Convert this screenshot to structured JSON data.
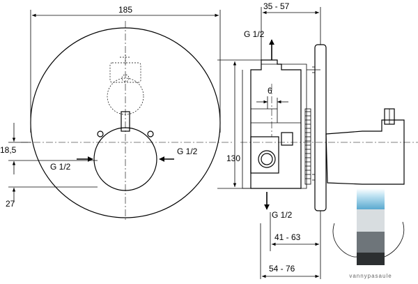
{
  "dimensions": {
    "overall_diameter": "185",
    "depth_range_top": "35 - 57",
    "offset_small": "6",
    "height_main": "130",
    "vertical_offset_top": "18,5",
    "vertical_offset_bottom": "27",
    "depth_range_mid": "41 - 63",
    "depth_range_bottom": "54 - 76"
  },
  "connections": {
    "outlet_top": "G 1/2",
    "outlet_bottom": "G 1/2",
    "inlet_left": "G 1/2",
    "inlet_right": "G 1/2"
  },
  "watermark": {
    "text": "vannypasaule"
  }
}
